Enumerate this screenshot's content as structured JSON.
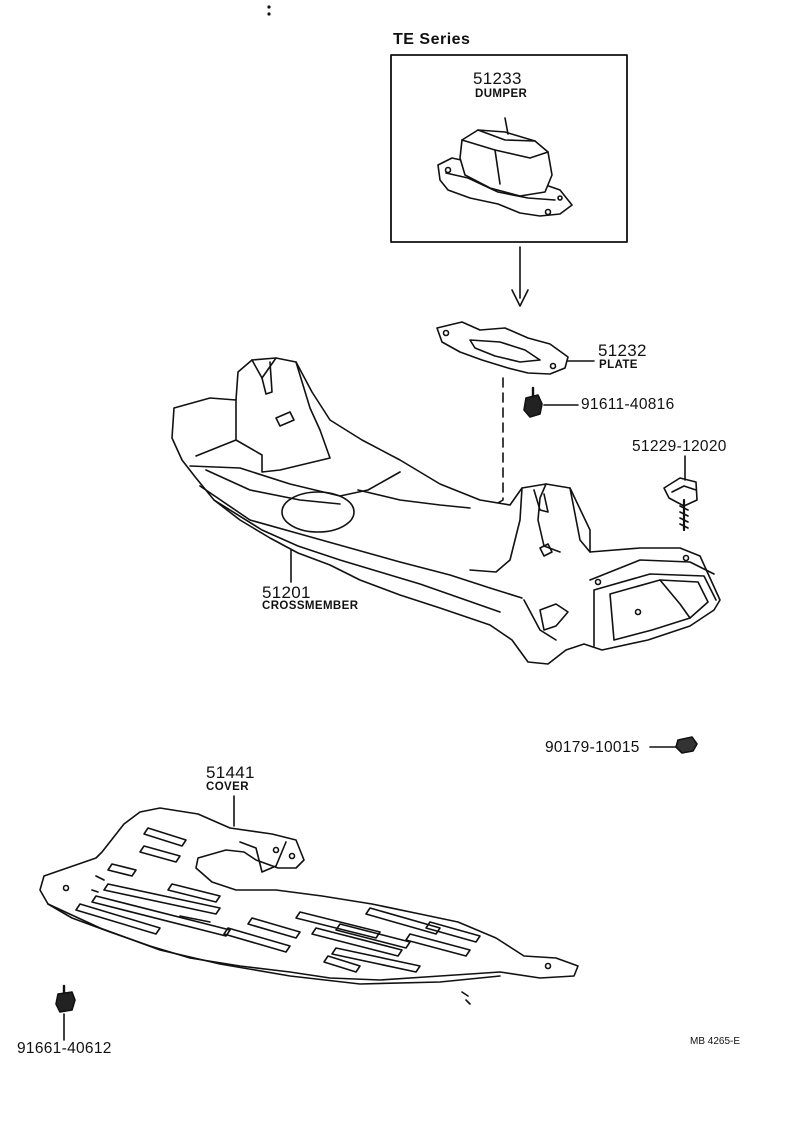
{
  "inset": {
    "title": "TE Series"
  },
  "parts": {
    "dumper": {
      "number": "51233",
      "name": "DUMPER"
    },
    "plate": {
      "number": "51232",
      "name": "PLATE"
    },
    "bolt_plate": {
      "number": "91611-40816"
    },
    "bolt_bracket": {
      "number": "51229-12020"
    },
    "crossmember": {
      "number": "51201",
      "name": "CROSSMEMBER"
    },
    "clip": {
      "number": "90179-10015"
    },
    "cover": {
      "number": "51441",
      "name": "COVER"
    },
    "bolt_cover": {
      "number": "91661-40612"
    }
  },
  "footer": {
    "code": "MB 4265-E"
  }
}
